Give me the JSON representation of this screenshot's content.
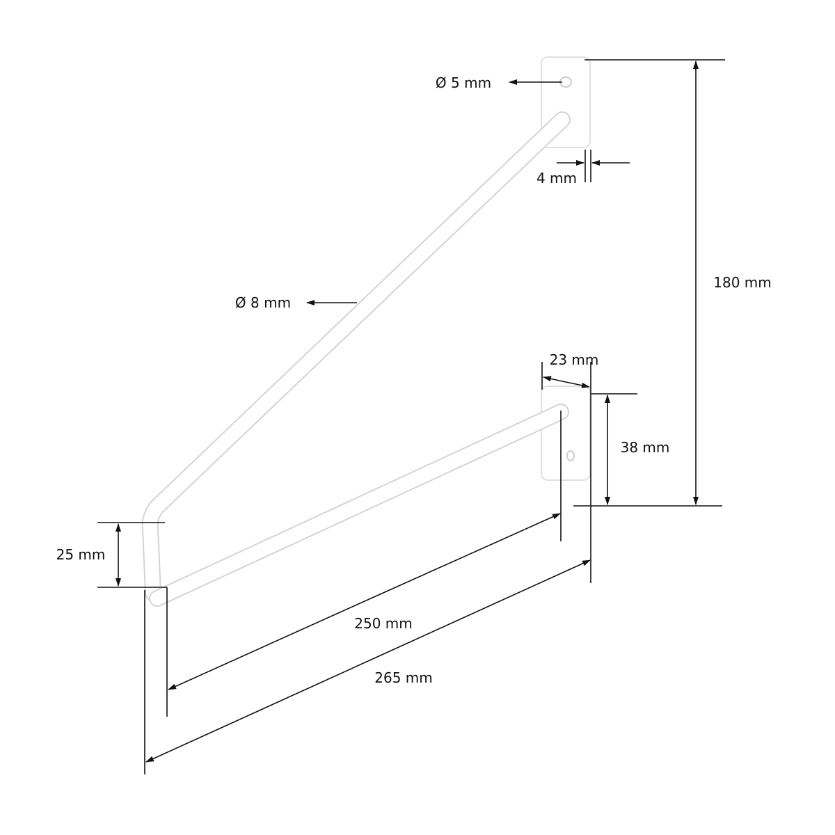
{
  "dimensions": {
    "hole_diameter": "Ø 5 mm",
    "plate_thickness": "4 mm",
    "rod_diameter": "Ø 8 mm",
    "total_height": "180 mm",
    "plate_width": "23 mm",
    "plate_height": "38 mm",
    "bend_height": "25 mm",
    "inner_length": "250 mm",
    "outer_length": "265 mm"
  },
  "colors": {
    "line": "#111111",
    "object": "#ffffff",
    "object_edge": "#d4d4d4"
  }
}
